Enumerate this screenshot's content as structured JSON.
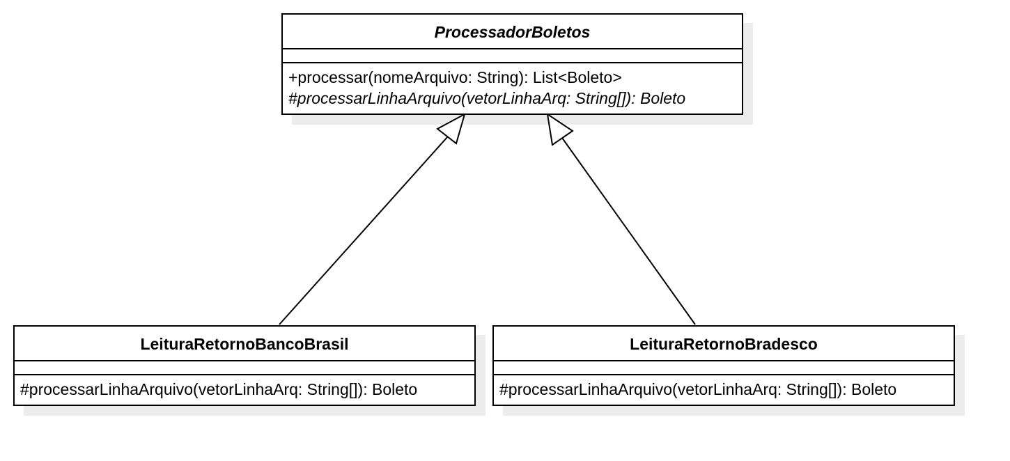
{
  "diagram": {
    "classes": {
      "parent": {
        "name": "ProcessadorBoletos",
        "operations": [
          "+processar(nomeArquivo: String): List<Boleto>",
          "#processarLinhaArquivo(vetorLinhaArq: String[]): Boleto"
        ]
      },
      "left_child": {
        "name": "LeituraRetornoBancoBrasil",
        "operations": [
          "#processarLinhaArquivo(vetorLinhaArq: String[]): Boleto"
        ]
      },
      "right_child": {
        "name": "LeituraRetornoBradesco",
        "operations": [
          "#processarLinhaArquivo(vetorLinhaArq: String[]): Boleto"
        ]
      }
    },
    "relationships": [
      {
        "type": "generalization",
        "from": "LeituraRetornoBancoBrasil",
        "to": "ProcessadorBoletos"
      },
      {
        "type": "generalization",
        "from": "LeituraRetornoBradesco",
        "to": "ProcessadorBoletos"
      }
    ]
  }
}
